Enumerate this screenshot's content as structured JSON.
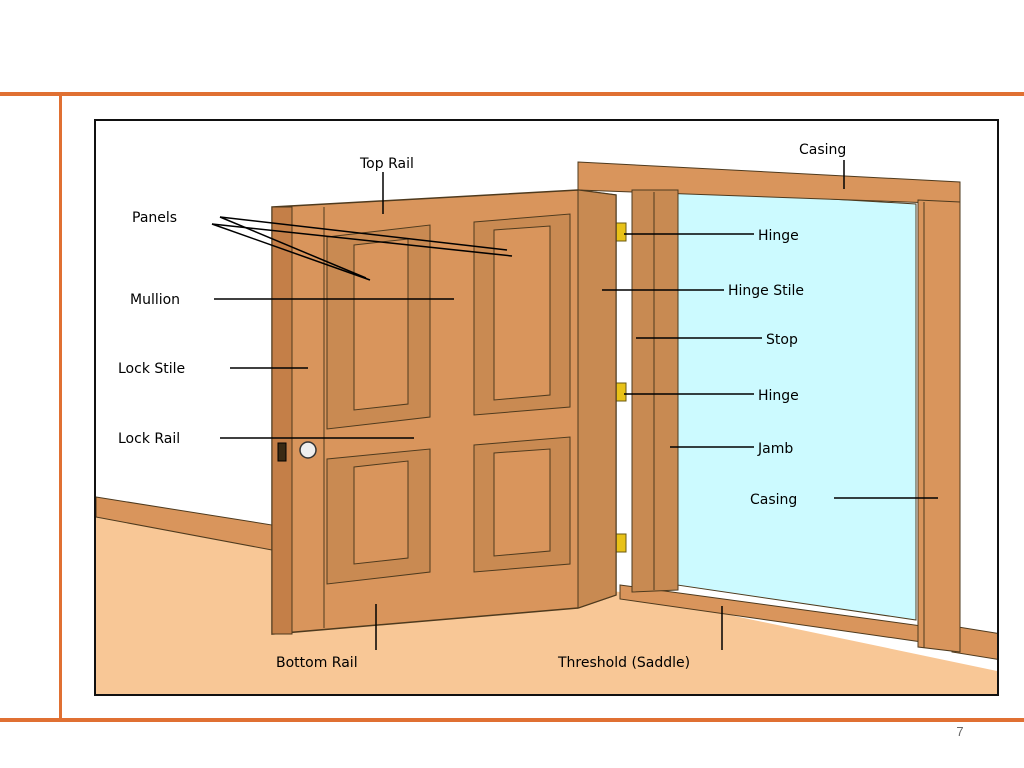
{
  "slide": {
    "page_number": "7"
  },
  "labels": {
    "top_rail": "Top Rail",
    "casing_top": "Casing",
    "panels": "Panels",
    "hinge_top": "Hinge",
    "mullion": "Mullion",
    "hinge_stile": "Hinge Stile",
    "stop": "Stop",
    "lock_stile": "Lock Stile",
    "hinge_middle": "Hinge",
    "lock_rail": "Lock Rail",
    "jamb": "Jamb",
    "casing_side": "Casing",
    "bottom_rail": "Bottom Rail",
    "threshold": "Threshold (Saddle)"
  },
  "colors": {
    "accent": "#e07032",
    "wood": "#d9955c",
    "wood_dark": "#b97a45",
    "floor": "#f8c796",
    "opening": "#ccfaff",
    "hinge": "#e8c218"
  }
}
